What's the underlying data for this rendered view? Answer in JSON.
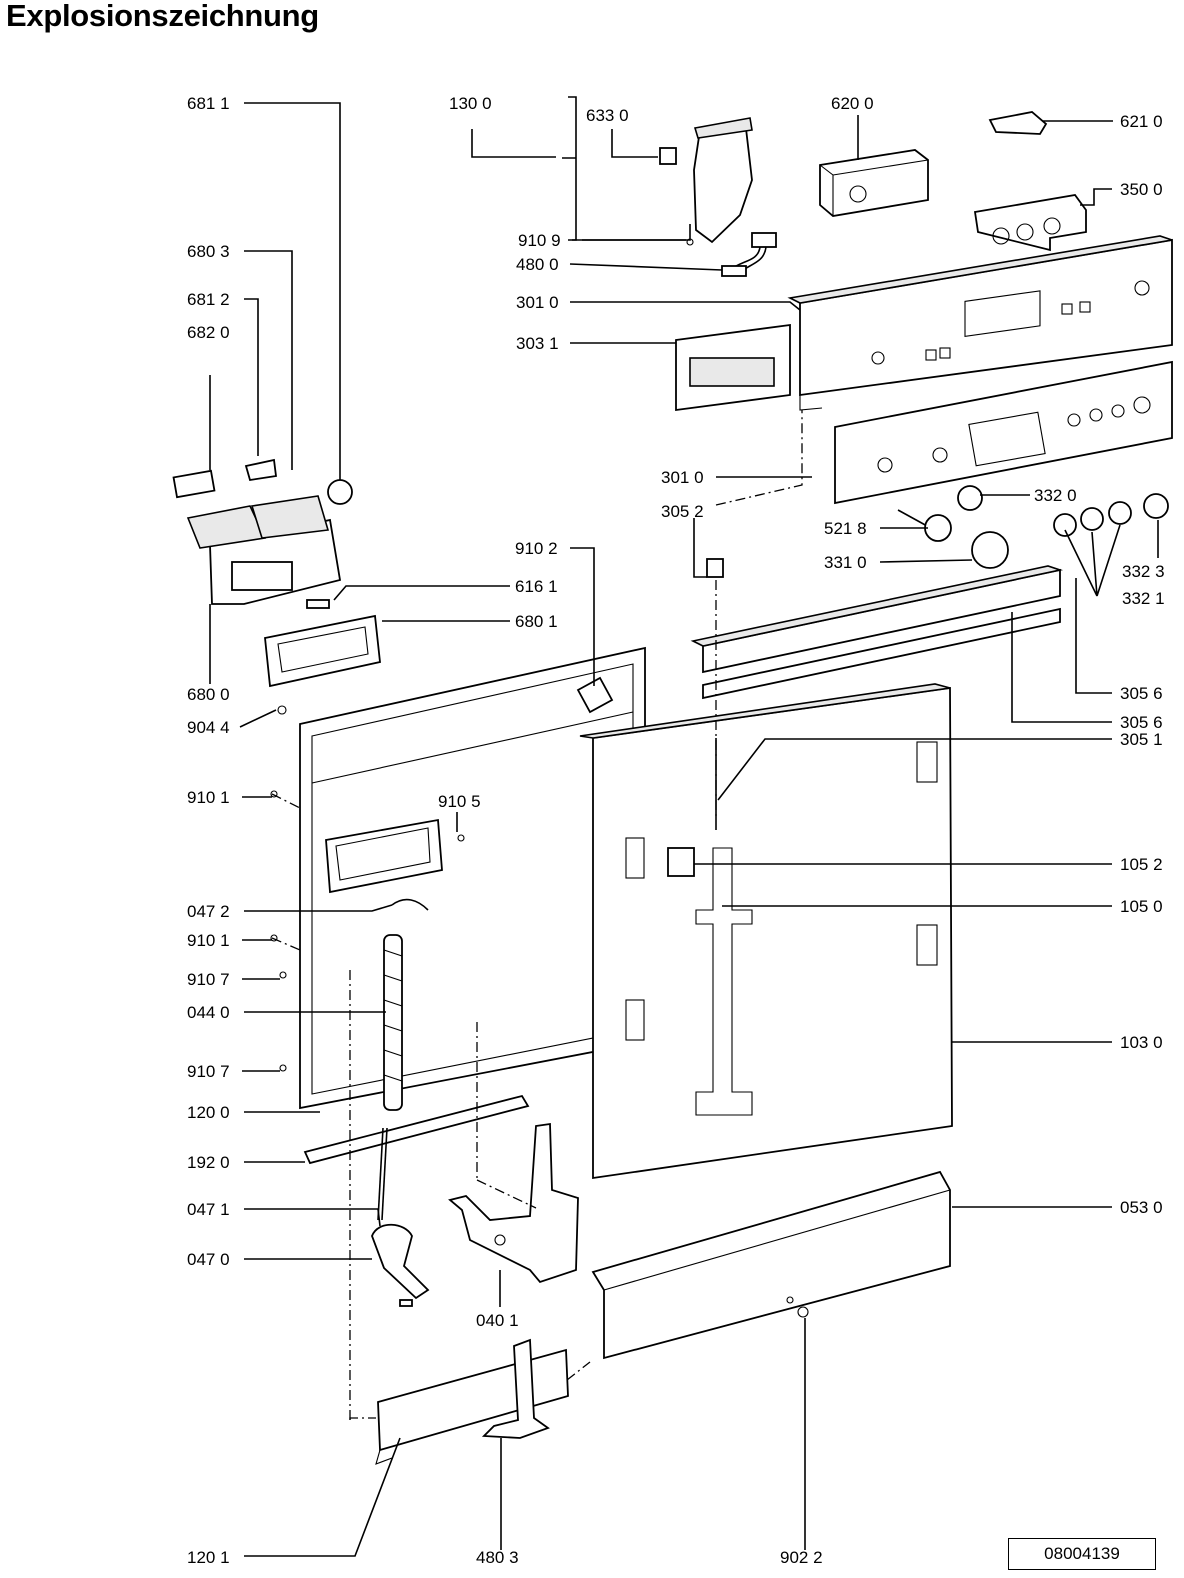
{
  "title": "Explosionszeichnung",
  "document_number": "08004139",
  "labels": {
    "p6811": "681 1",
    "p1300": "130 0",
    "p6330": "633 0",
    "p6200": "620 0",
    "p6210": "621 0",
    "p3500": "350 0",
    "p9109": "910 9",
    "p4800": "480 0",
    "p3010a": "301 0",
    "p3031": "303 1",
    "p6803": "680 3",
    "p6812": "681 2",
    "p6820": "682 0",
    "p3010b": "301 0",
    "p3052": "305 2",
    "p3320": "332 0",
    "p5218": "521 8",
    "p3310": "331 0",
    "p3323": "332 3",
    "p3321": "332 1",
    "p9102": "910 2",
    "p6161": "616 1",
    "p6801": "680 1",
    "p6800": "680 0",
    "p3056a": "305 6",
    "p3056b": "305 6",
    "p9044": "904 4",
    "p3051": "305 1",
    "p9101a": "910 1",
    "p9105": "910 5",
    "p1052": "105 2",
    "p1050": "105 0",
    "p0472": "047 2",
    "p9101b": "910 1",
    "p9107a": "910 7",
    "p0440": "044 0",
    "p9107b": "910 7",
    "p1030": "103 0",
    "p1200": "120 0",
    "p1920": "192 0",
    "p0530": "053 0",
    "p0471": "047 1",
    "p0470": "047 0",
    "p0401": "040 1",
    "p1201": "120 1",
    "p4803": "480 3",
    "p9022": "902 2"
  }
}
